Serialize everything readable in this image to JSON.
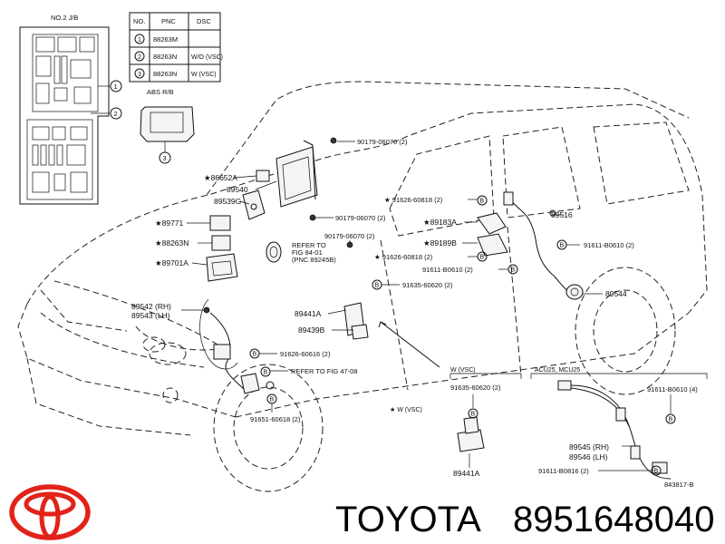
{
  "junction_block_title": "NO.2 J/B",
  "abs_relay_title": "ABS R/B",
  "table": {
    "headers": [
      "NO.",
      "PNC",
      "DSC"
    ],
    "rows": [
      {
        "no": "1",
        "pnc": "88263M",
        "dsc": ""
      },
      {
        "no": "2",
        "pnc": "88263N",
        "dsc": "W/O (VSC)"
      },
      {
        "no": "3",
        "pnc": "88263N",
        "dsc": "W (VSC)"
      }
    ]
  },
  "callouts": {
    "c1": "1",
    "c2": "2",
    "c3": "3"
  },
  "labels": {
    "p86652A": "★86652A",
    "p89540": "89540",
    "p89539G": "89539G",
    "p89771": "★89771",
    "p88263N": "★88263N",
    "p89701A": "★89701A",
    "p90179_1": "90179-06070 (2)",
    "p90179_2": "90179-06070 (2)",
    "p90179_3": "90179-06070 (2)",
    "p91626_1": "★ 91626-60818 (2)",
    "p89183A": "★89183A",
    "p89189B": "★89189B",
    "p91626_2": "★ 91626-60818 (2)",
    "p91611_1": "91611-B0610 (2)",
    "p89516": "89516",
    "p91611_2": "91611-B0610 (2)",
    "p89544": "89544",
    "p91635_1": "91635-60620 (2)",
    "refer1_a": "REFER TO",
    "refer1_b": "FIG 84-01",
    "refer1_c": "(PNC 89245B)",
    "p89542": "89542 (RH)",
    "p89543": "89543 (LH)",
    "p89441A_1": "89441A",
    "p89439B": "89439B",
    "p91626_3": "91626-60616 (2)",
    "refer2": "REFER TO FIG 47-08",
    "p91651": "91651-60618 (2)",
    "w_vsc_note": "★ W (VSC)",
    "w_vsc_box": "W (VSC)",
    "p91635_2": "91635-60620 (2)",
    "p89441A_2": "89441A",
    "acu": "ACU25, MCU25",
    "p91611_3": "91611-B0610 (4)",
    "p89545": "89545 (RH)",
    "p89546": "89546 (LH)",
    "p91611_4": "91611-B0816 (2)",
    "fig_no": "843817-B"
  },
  "b_marker": "B",
  "footer": {
    "brand": "TOYOTA",
    "part_number": "8951648040"
  },
  "colors": {
    "logo_red": "#e2231a",
    "ink": "#111111"
  }
}
